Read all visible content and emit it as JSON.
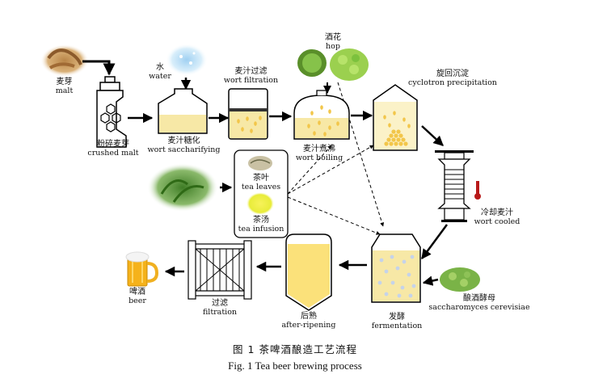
{
  "nodes": {
    "malt": {
      "zh": "麦芽",
      "en": "malt"
    },
    "water": {
      "zh": "水",
      "en": "water"
    },
    "crushed_malt": {
      "zh": "粉碎麦芽",
      "en": "crushed malt"
    },
    "saccharifying": {
      "zh": "麦汁糖化",
      "en": "wort saccharifying"
    },
    "filtration1": {
      "zh": "麦汁过滤",
      "en": "wort filtration"
    },
    "hop": {
      "zh": "酒花",
      "en": "hop"
    },
    "boiling": {
      "zh": "麦汁煮沸",
      "en": "wort boiling"
    },
    "cyclotron": {
      "zh": "旋回沉淀",
      "en": "cyclotron precipitation"
    },
    "tea_leaves": {
      "zh": "茶叶",
      "en": "tea leaves"
    },
    "tea_infusion": {
      "zh": "茶汤",
      "en": "tea infusion"
    },
    "cooled": {
      "zh": "冷却麦汁",
      "en": "wort cooled"
    },
    "yeast": {
      "zh": "酿酒酵母",
      "en": "saccharomyces cerevisiae"
    },
    "fermentation": {
      "zh": "发酵",
      "en": "fermentation"
    },
    "after_ripening": {
      "zh": "后熟",
      "en": "after-ripening"
    },
    "filtration2": {
      "zh": "过滤",
      "en": "filtration"
    },
    "beer": {
      "zh": "啤酒",
      "en": "beer"
    }
  },
  "caption": {
    "zh": "图 1  茶啤酒酿造工艺流程",
    "en": "Fig. 1 Tea beer brewing process"
  },
  "colors": {
    "liquid": "#f7e8a6",
    "bubble": "#f2c64a",
    "arrow": "#000000",
    "leaf_green": "#4f8a2a",
    "hop_green": "#7cc13d",
    "beer": "#f5b21b",
    "foam": "#f4f4f4"
  }
}
